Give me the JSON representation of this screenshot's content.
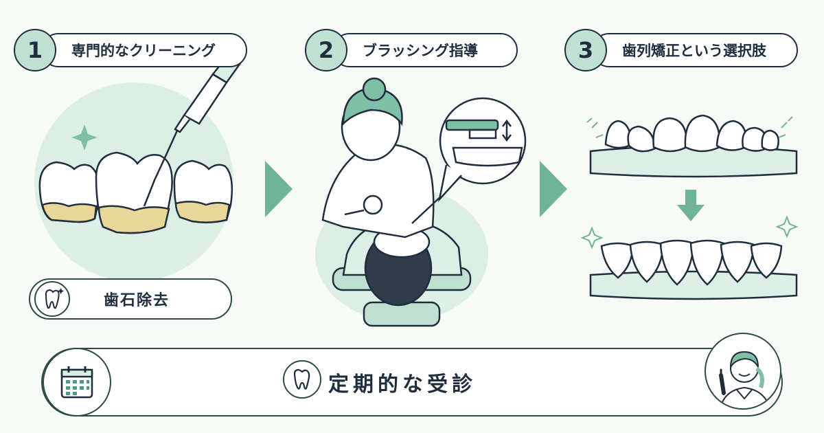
{
  "steps": [
    {
      "number": "1",
      "label": "専門的なクリーニング"
    },
    {
      "number": "2",
      "label": "ブラッシング指導"
    },
    {
      "number": "3",
      "label": "歯列矯正という選択肢"
    }
  ],
  "step1_sub": {
    "label": "歯石除去",
    "icon": "tooth-sparkle-icon"
  },
  "bottom": {
    "label": "定期的な受診",
    "left_icon": "calendar-icon",
    "center_icon": "tooth-icon",
    "right_image": "dentist-pointing-illustration"
  },
  "colors": {
    "mint": "#bfe0d2",
    "mint_light": "#dcefe6",
    "arrow": "#6fb39a",
    "ink": "#1f2d3d",
    "tartar": "#e9d79a"
  }
}
